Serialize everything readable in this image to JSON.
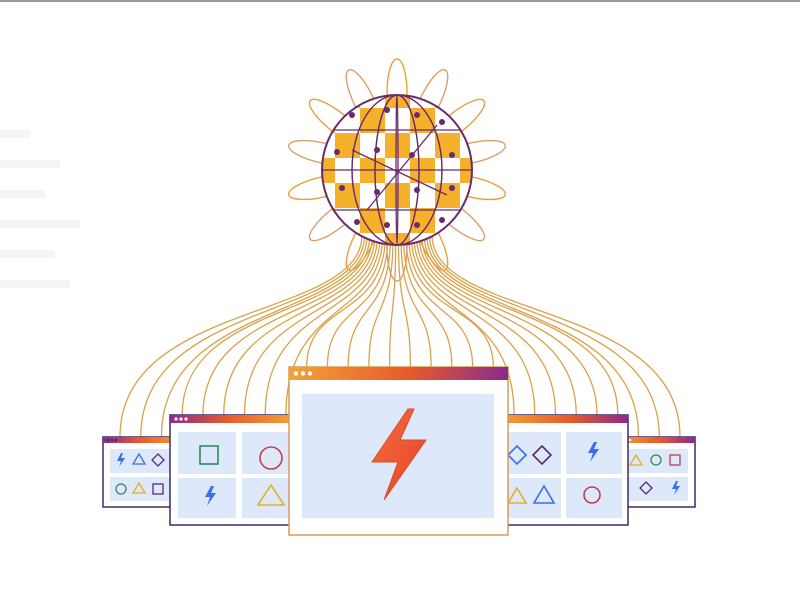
{
  "illustration": {
    "globe": {
      "ring_colors": [
        "#e8a03a",
        "#d9a06a",
        "#f3b04a"
      ],
      "checker_colors": [
        "#f08a1e",
        "#f5b12a",
        "#ffffff"
      ],
      "outline_color": "#6a2a6e",
      "node_color": "#6a2a6e"
    },
    "connection_line_color": "#d9a24a",
    "windows": [
      {
        "id": "far-left",
        "icons": [
          "bolt",
          "triangle",
          "diamond",
          "circle",
          "triangle",
          "square"
        ]
      },
      {
        "id": "mid-left",
        "icons": [
          "square",
          "circle",
          "bolt",
          "triangle"
        ]
      },
      {
        "id": "center",
        "icons": [
          "bolt"
        ]
      },
      {
        "id": "mid-right",
        "icons": [
          "diamond",
          "diamond",
          "bolt",
          "triangle",
          "triangle",
          "circle"
        ]
      },
      {
        "id": "far-right",
        "icons": [
          "triangle",
          "circle",
          "square",
          "diamond",
          "bolt"
        ]
      }
    ],
    "colors": {
      "window_bg": "#dde9fb",
      "window_frame": "#3a2a6e",
      "titlebar_gradient": [
        "#f2a33a",
        "#e85a2a",
        "#8a2a8e"
      ],
      "bolt": "#f0502a",
      "icon_blue": "#3a6ee8",
      "icon_green": "#2e8a5a",
      "icon_purple": "#5a2a6e",
      "icon_yellow": "#e0b02a",
      "icon_red": "#c0404a"
    }
  }
}
